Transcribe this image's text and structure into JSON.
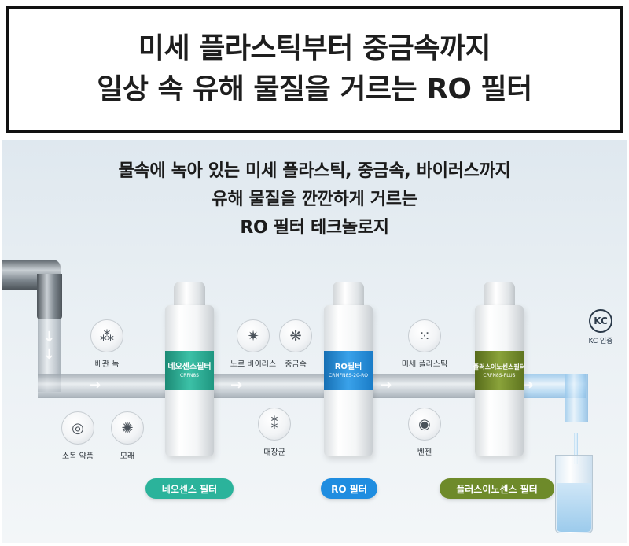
{
  "header": {
    "line1": "미세 플라스틱부터 중금속까지",
    "line2": "일상 속 유해 물질을 거르는 RO 필터"
  },
  "panel": {
    "line1": "물속에 녹아 있는 미세 플라스틱, 중금속, 바이러스까지",
    "line2": "유해 물질을 깐깐하게 거르는",
    "line3": "RO 필터 테크놀로지"
  },
  "filters": [
    {
      "name": "네오센스필터",
      "code": "CRFN8S",
      "band_color": "#2aa08a",
      "pill": "네오센스 필터",
      "pill_color": "#2bb39b"
    },
    {
      "name": "RO필터",
      "code": "CRMFN8S-20-RO",
      "band_color": "#1e84cf",
      "pill": "RO 필터",
      "pill_color": "#1f8de0"
    },
    {
      "name": "플러스이노센스필터",
      "code": "CRFN8S-PLUS",
      "band_color": "#6a7f23",
      "pill": "플러스이노센스 필터",
      "pill_color": "#6e8a2a"
    }
  ],
  "contaminants": {
    "rust": {
      "label": "배관 녹",
      "icon": "rust-icon"
    },
    "disinfectant": {
      "label": "소독 약품",
      "icon": "disinfectant-icon"
    },
    "sand": {
      "label": "모래",
      "icon": "sand-icon"
    },
    "norovirus": {
      "label": "노로 바이러스",
      "icon": "virus-icon"
    },
    "heavy_metal": {
      "label": "중금속",
      "icon": "heavy-metal-icon"
    },
    "ecoli": {
      "label": "대장균",
      "icon": "bacteria-icon"
    },
    "microplastic": {
      "label": "미세 플라스틱",
      "icon": "microplastic-icon"
    },
    "benzene": {
      "label": "벤젠",
      "icon": "benzene-icon"
    }
  },
  "kc": {
    "logo": "KC",
    "label": "KC 인증"
  }
}
